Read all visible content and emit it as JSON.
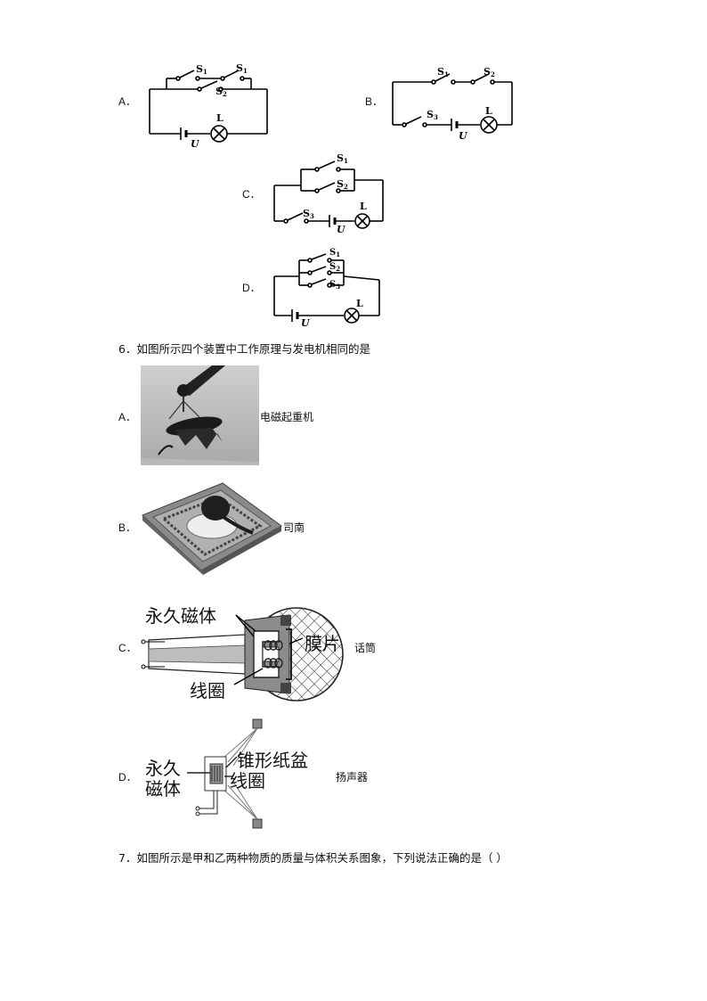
{
  "options_q5": {
    "a": "A．",
    "b": "B．",
    "c": "C．",
    "d": "D．"
  },
  "circuit_labels": {
    "s1": "S",
    "s1_sub": "1",
    "s2": "S",
    "s2_sub": "2",
    "s3": "S",
    "s3_sub": "3",
    "lamp": "L",
    "voltage": "U"
  },
  "q6": {
    "stem": "6．如图所示四个装置中工作原理与发电机相同的是",
    "options": [
      {
        "letter": "A．",
        "caption": "电磁起重机"
      },
      {
        "letter": "B．",
        "caption": "司南"
      },
      {
        "letter": "C．",
        "caption": "话筒"
      },
      {
        "letter": "D．",
        "caption": "扬声器"
      }
    ],
    "mic_labels": {
      "magnet": "永久磁体",
      "diaphragm": "膜片",
      "coil": "线圈"
    },
    "speaker_labels": {
      "magnet_line1": "永久",
      "magnet_line2": "磁体",
      "cone": "锥形纸盆",
      "coil": "线圈"
    }
  },
  "q7": {
    "stem": "7．如图所示是甲和乙两种物质的质量与体积关系图象，下列说法正确的是（   ）"
  }
}
